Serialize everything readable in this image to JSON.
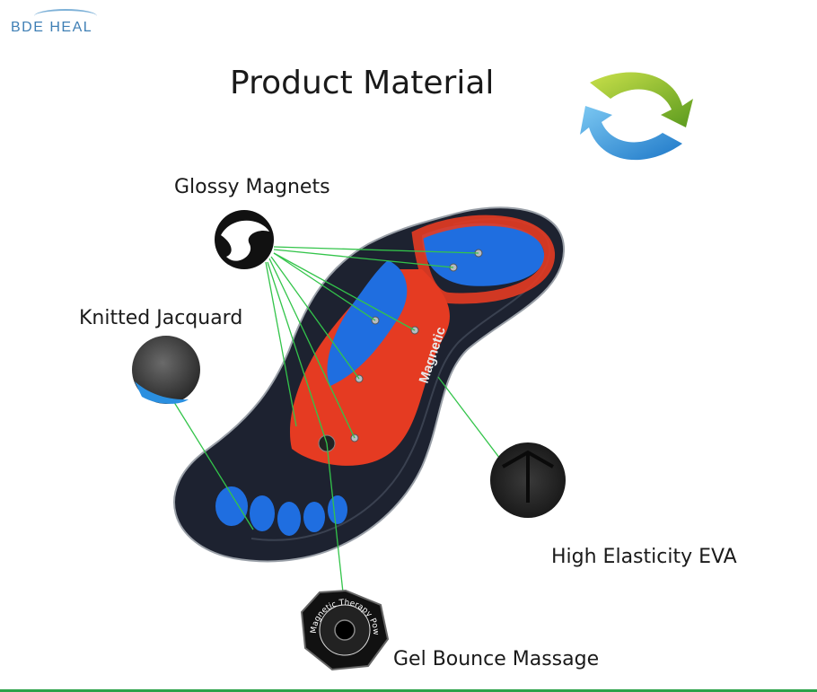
{
  "brand": "BDE HEAL",
  "title": "Product Material",
  "labels": {
    "glossy": "Glossy Magnets",
    "knitted": "Knitted Jacquard",
    "eva": "High Elasticity EVA",
    "gel": "Gel Bounce Massage"
  },
  "insole_text": "Magnetic",
  "badge_text": "Magnetic Therapy Power",
  "icons": [
    "refresh-arrows-icon",
    "magnet-swatch-icon",
    "fabric-swatch-icon",
    "eva-swatch-icon",
    "gel-badge-icon"
  ],
  "colors": {
    "callout_line": "#33c44a",
    "red_gel": "#e53b22",
    "blue_gel": "#1f6ee0",
    "insole_base": "#1d2230"
  }
}
